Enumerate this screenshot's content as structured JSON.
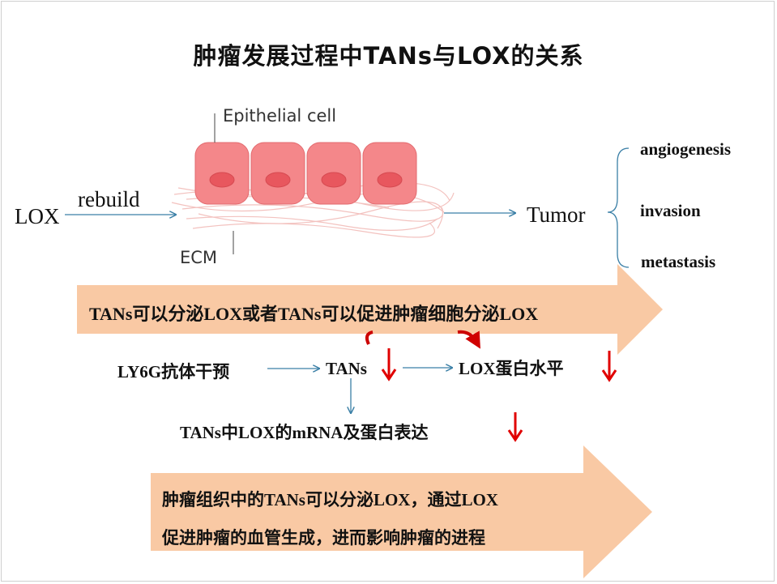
{
  "title": "肿瘤发展过程中TANs与LOX的关系",
  "diagram": {
    "epithelial_label": "Epithelial cell",
    "ecm_label": "ECM",
    "lox_label": "LOX",
    "rebuild_label": "rebuild",
    "tumor_label": "Tumor",
    "outcomes": [
      "angiogenesis",
      "invasion",
      "metastasis"
    ]
  },
  "banner1": {
    "text": "TANs可以分泌LOX或者TANs可以促进肿瘤细胞分泌LOX"
  },
  "flow": {
    "intervention": "LY6G抗体干预",
    "tans": "TANs",
    "lox_protein": "LOX蛋白水平",
    "tans_lox_expression": "TANs中LOX的mRNA及蛋白表达"
  },
  "conclusion": {
    "lines": [
      "肿瘤组织中的TANs可以分泌LOX，通过LOX",
      "促进肿瘤的血管生成，进而影响肿瘤的进程"
    ]
  },
  "colors": {
    "banner": "#f9c9a4",
    "cell_fill": "#f4878a",
    "nucleus": "#e8575e",
    "flow_arrow": "#3a7fa6",
    "down_arrow": "#e00000"
  }
}
